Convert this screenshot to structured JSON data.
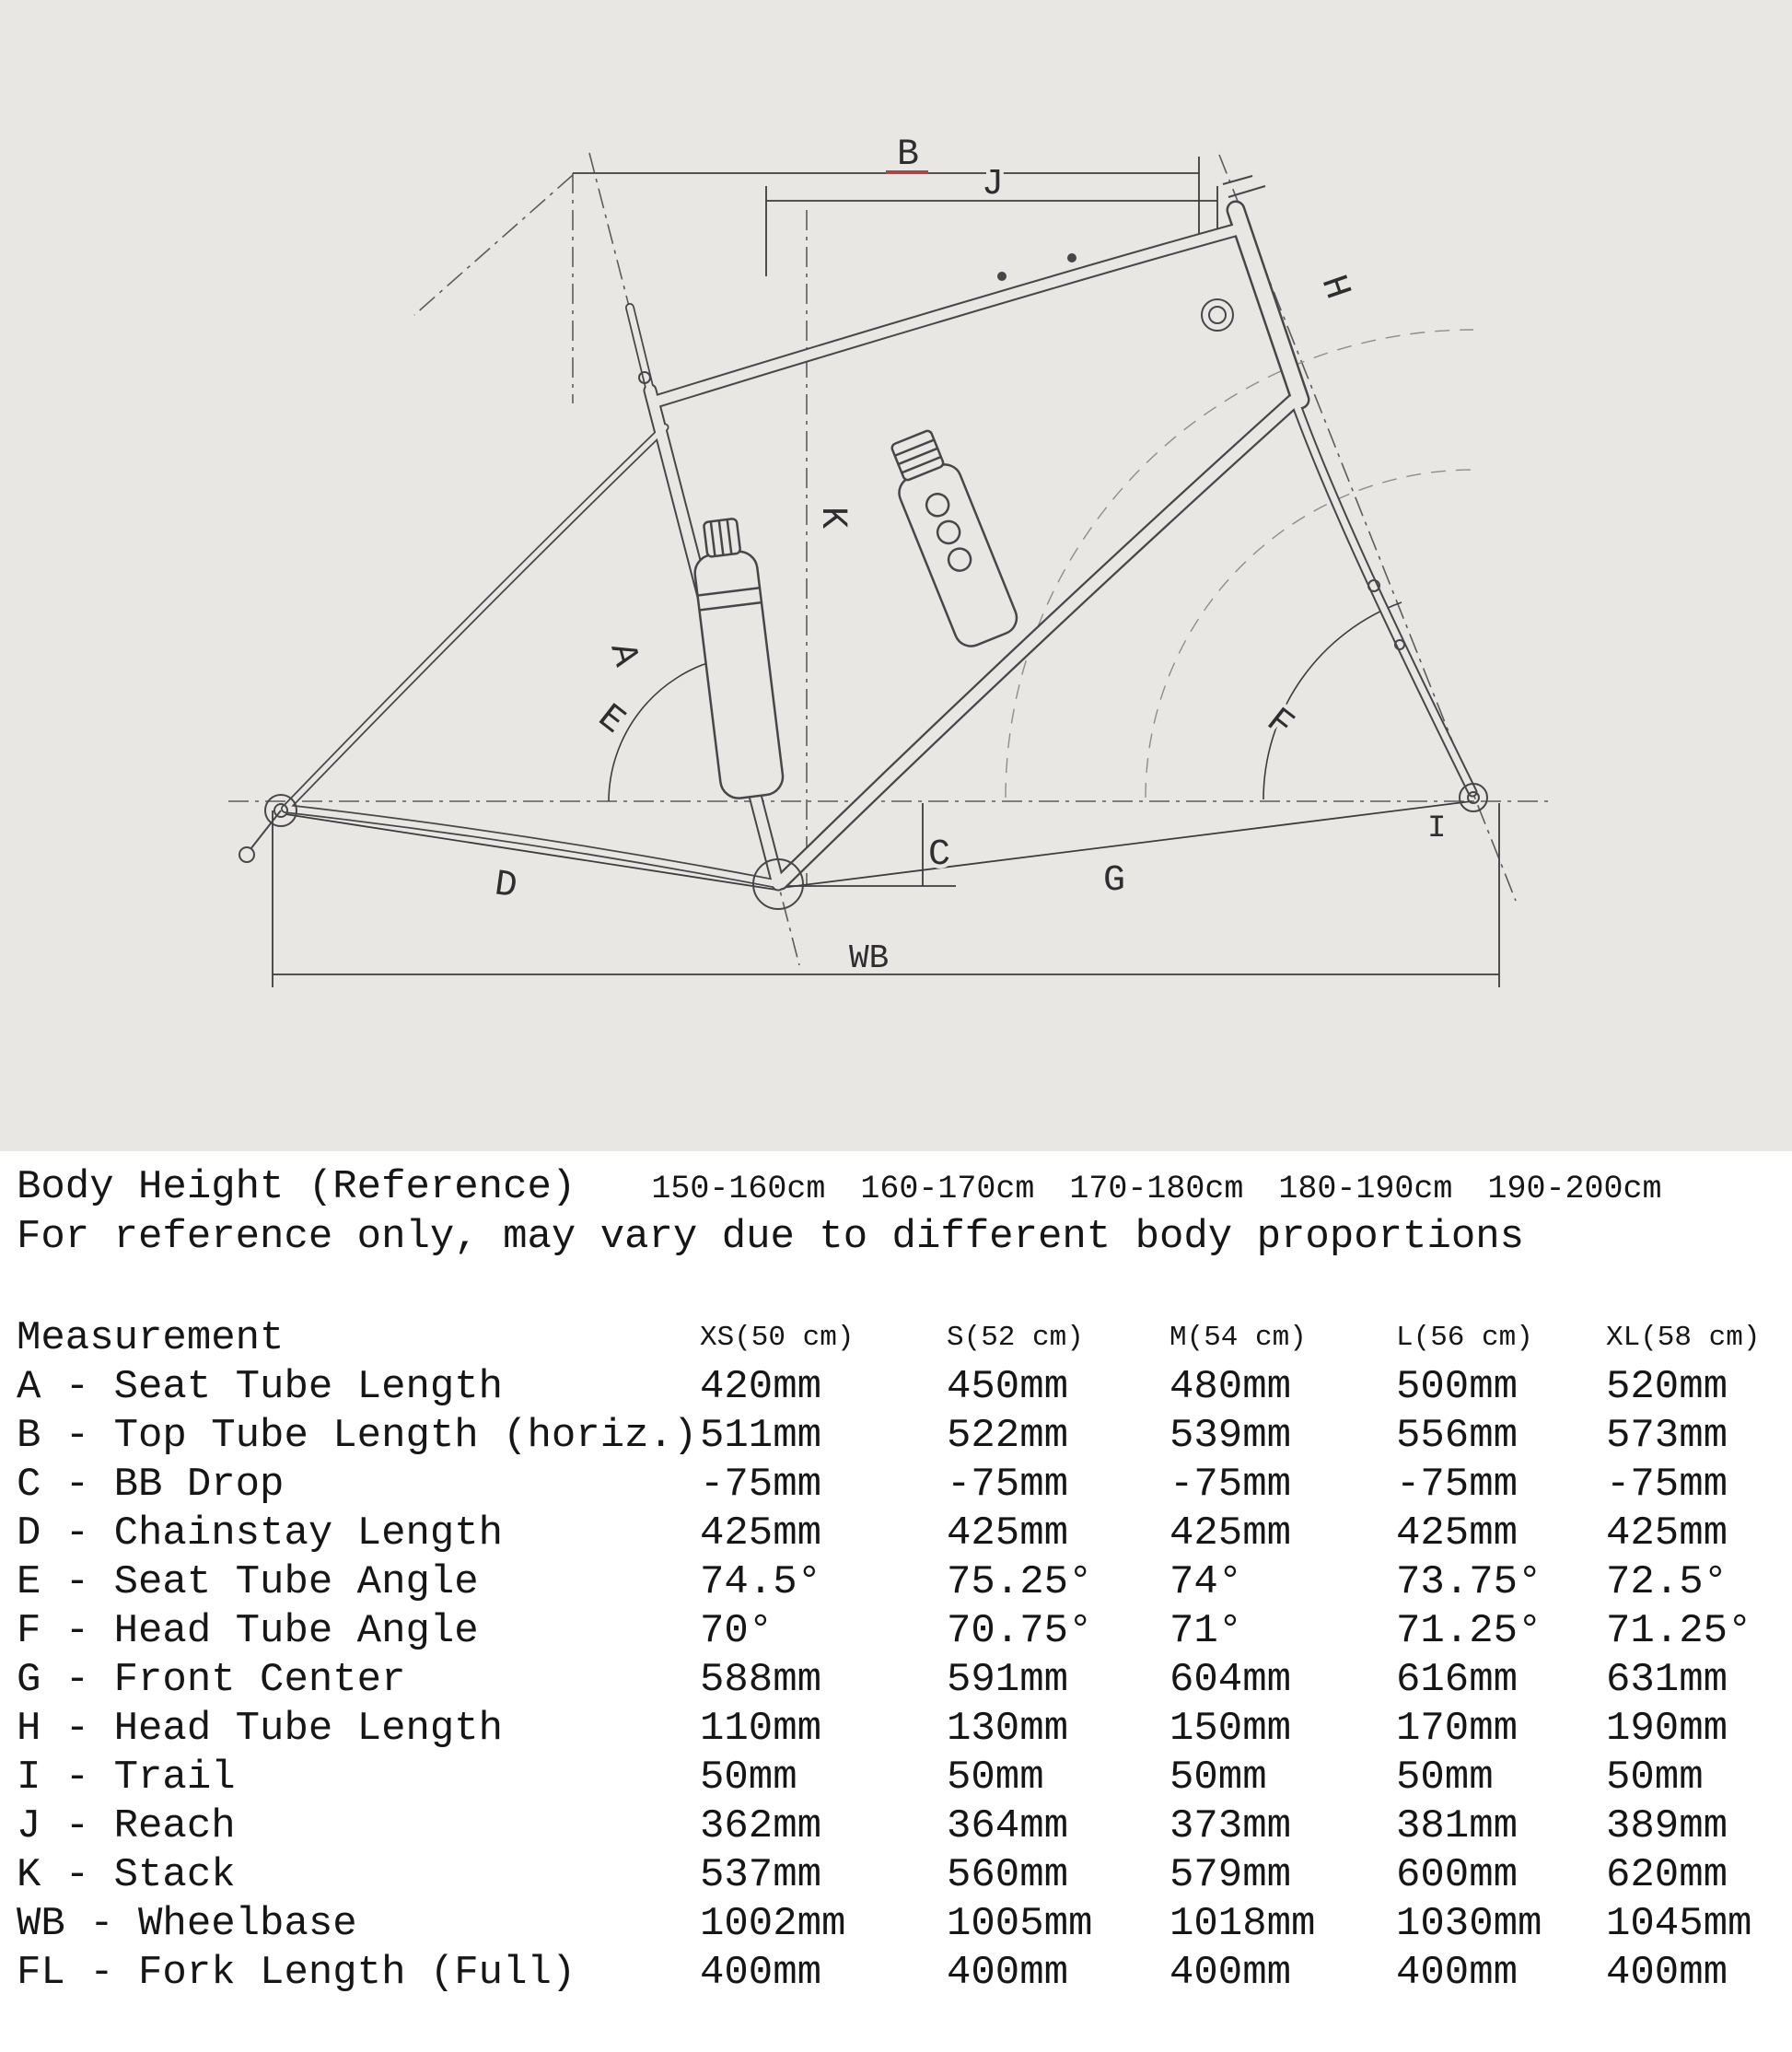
{
  "diagram": {
    "background": "#e8e7e4",
    "line_color": "#4a4a4a",
    "accent_red": "#a4494c",
    "labels": {
      "b": "B",
      "j": "J",
      "h": "H",
      "k": "K",
      "a": "A",
      "e": "E",
      "f": "F",
      "c": "C",
      "d": "D",
      "g": "G",
      "wb": "WB",
      "i": "I"
    }
  },
  "body_height": {
    "label": "Body Height (Reference)",
    "ranges": [
      "150-160cm",
      "160-170cm",
      "170-180cm",
      "180-190cm",
      "190-200cm"
    ],
    "note": "For reference only, may vary due to different body proportions"
  },
  "geometry_table": {
    "measurement_header": "Measurement",
    "size_headers": [
      "XS(50 cm)",
      "S(52 cm)",
      "M(54 cm)",
      "L(56 cm)",
      "XL(58 cm)"
    ],
    "rows": [
      {
        "label": "A - Seat Tube Length",
        "values": [
          "420mm",
          "450mm",
          "480mm",
          "500mm",
          "520mm"
        ]
      },
      {
        "label": "B - Top Tube Length (horiz.)",
        "values": [
          "511mm",
          "522mm",
          "539mm",
          "556mm",
          "573mm"
        ]
      },
      {
        "label": "C - BB Drop",
        "values": [
          "-75mm",
          "-75mm",
          "-75mm",
          "-75mm",
          "-75mm"
        ]
      },
      {
        "label": "D - Chainstay Length",
        "values": [
          "425mm",
          "425mm",
          "425mm",
          "425mm",
          "425mm"
        ]
      },
      {
        "label": "E - Seat Tube Angle",
        "values": [
          "74.5°",
          "75.25°",
          "74°",
          "73.75°",
          "72.5°"
        ]
      },
      {
        "label": "F - Head Tube Angle",
        "values": [
          "70°",
          "70.75°",
          "71°",
          "71.25°",
          "71.25°"
        ]
      },
      {
        "label": "G - Front Center",
        "values": [
          "588mm",
          "591mm",
          "604mm",
          "616mm",
          "631mm"
        ]
      },
      {
        "label": "H - Head Tube Length",
        "values": [
          "110mm",
          "130mm",
          "150mm",
          "170mm",
          "190mm"
        ]
      },
      {
        "label": "I - Trail",
        "values": [
          "50mm",
          "50mm",
          "50mm",
          "50mm",
          "50mm"
        ]
      },
      {
        "label": "J - Reach",
        "values": [
          "362mm",
          "364mm",
          "373mm",
          "381mm",
          "389mm"
        ]
      },
      {
        "label": "K - Stack",
        "values": [
          "537mm",
          "560mm",
          "579mm",
          "600mm",
          "620mm"
        ]
      },
      {
        "label": "WB - Wheelbase",
        "values": [
          "1002mm",
          "1005mm",
          "1018mm",
          "1030mm",
          "1045mm"
        ]
      },
      {
        "label": "FL - Fork Length (Full)",
        "values": [
          "400mm",
          "400mm",
          "400mm",
          "400mm",
          "400mm"
        ]
      }
    ]
  }
}
